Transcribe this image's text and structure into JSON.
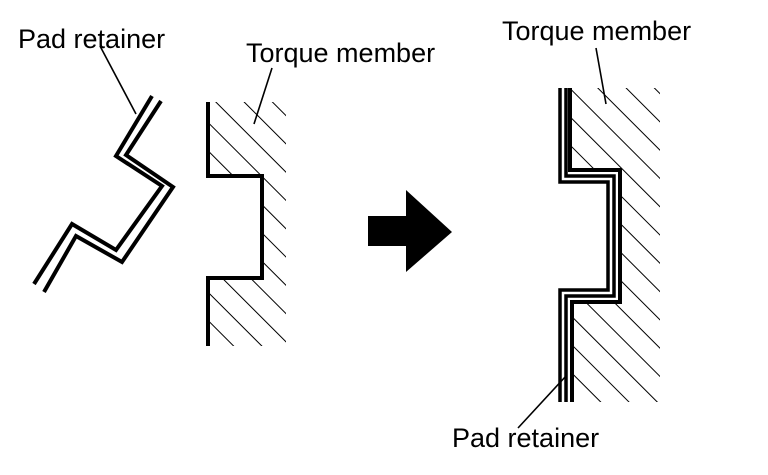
{
  "labels": {
    "before": {
      "pad_retainer": "Pad retainer",
      "torque_member": "Torque member"
    },
    "after": {
      "torque_member": "Torque member",
      "pad_retainer": "Pad retainer"
    }
  },
  "arrow": {
    "icon": "arrow-right-icon",
    "color": "#000000"
  },
  "colors": {
    "ink": "#000000",
    "background": "#ffffff"
  }
}
